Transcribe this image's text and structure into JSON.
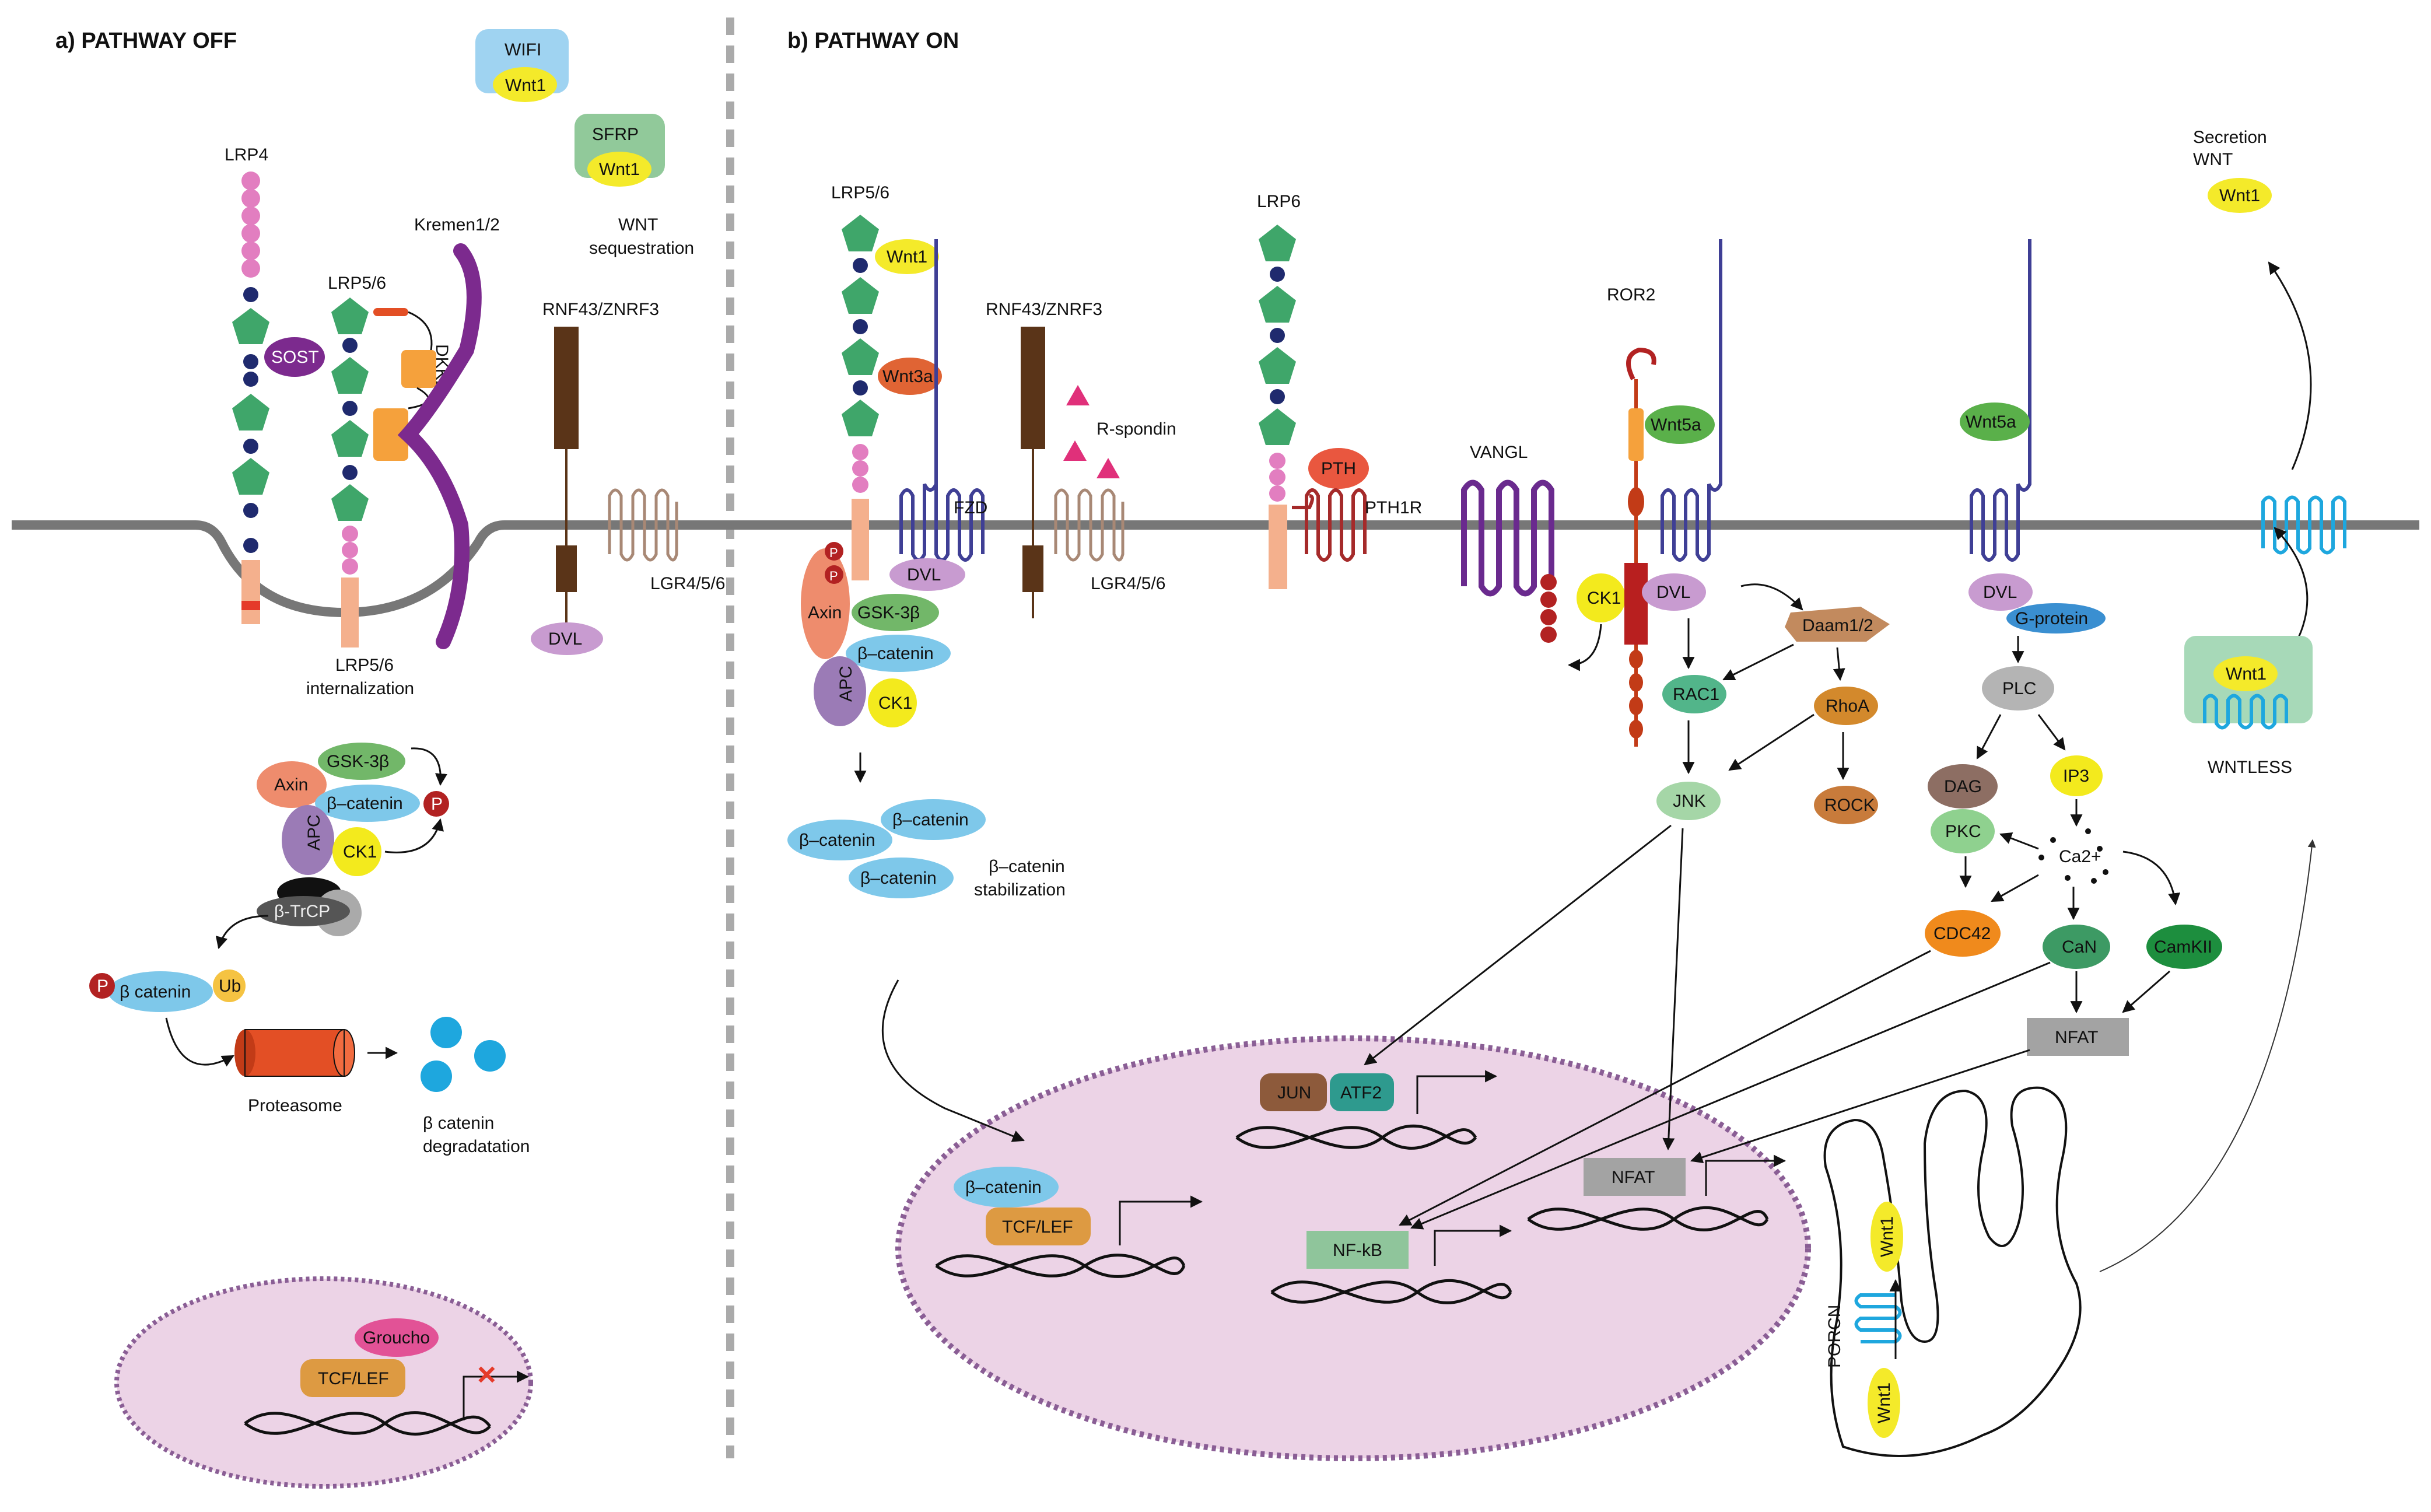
{
  "panels": {
    "off_title": "a) PATHWAY OFF",
    "on_title": "b) PATHWAY ON"
  },
  "left": {
    "wifi": "WIFI",
    "sfrp": "SFRP",
    "wnt1": "Wnt1",
    "wnt_sequestration_1": "WNT",
    "wnt_sequestration_2": "sequestration",
    "lrp4": "LRP4",
    "sost": "SOST",
    "lrp56": "LRP5/6",
    "kremen": "Kremen1/2",
    "dkk1": "DKK1",
    "rnf43": "RNF43/ZNRF3",
    "lgr": "LGR4/5/6",
    "dvl": "DVL",
    "internalization_1": "LRP5/6",
    "internalization_2": "internalization",
    "gsk": "GSK-3β",
    "axin": "Axin",
    "bcatenin": "β–catenin",
    "apc": "APC",
    "ck1": "CK1",
    "p": "P",
    "btrcp": "β-TrCP",
    "bcat_ub_text": "β  catenin",
    "ub": "Ub",
    "proteasome": "Proteasome",
    "degradation_1": "β  catenin",
    "degradation_2": "degradatation",
    "groucho": "Groucho",
    "tcflef": "TCF/LEF"
  },
  "right": {
    "lrp56": "LRP5/6",
    "wnt1": "Wnt1",
    "wnt3a": "Wnt3a",
    "fzd": "FZD",
    "rnf43": "RNF43/ZNRF3",
    "rspondin": "R-spondin",
    "lgr": "LGR4/5/6",
    "dvl": "DVL",
    "gsk": "GSK-3β",
    "axin": "Axin",
    "bcatenin": "β–catenin",
    "apc": "APC",
    "ck1": "CK1",
    "p": "P",
    "stabilization_1": "β–catenin",
    "stabilization_2": "stabilization",
    "lrp6": "LRP6",
    "pth": "PTH",
    "pth1r": "PTH1R",
    "vangl": "VANGL",
    "ror2": "ROR2",
    "wnt5a": "Wnt5a",
    "daam": "Daam1/2",
    "rac1": "RAC1",
    "rhoa": "RhoA",
    "rock": "ROCK",
    "jnk": "JNK",
    "gprotein": "G-protein",
    "plc": "PLC",
    "dag": "DAG",
    "ip3": "IP3",
    "pkc": "PKC",
    "ca2": "Ca2+",
    "cdc42": "CDC42",
    "can": "CaN",
    "camkii": "CamKII",
    "nfat": "NFAT",
    "secretion_1": "Secretion",
    "secretion_2": "WNT",
    "wntless": "WNTLESS",
    "porcn": "PORCN",
    "jun": "JUN",
    "atf2": "ATF2",
    "tcflef": "TCF/LEF",
    "nfkb": "NF-kB"
  },
  "colors": {
    "membrane": "#777777",
    "lrp_green": "#3fa66a",
    "lrp_pink": "#e27ec0",
    "lrp_navy": "#1f2a6e",
    "wnt_yellow": "#f4ea2a",
    "nucleus_fill": "#ecd3e6",
    "nucleus_border": "#8a5e95",
    "fzd_blue": "#3f3f95",
    "kremen_purple": "#7c2a8e"
  }
}
